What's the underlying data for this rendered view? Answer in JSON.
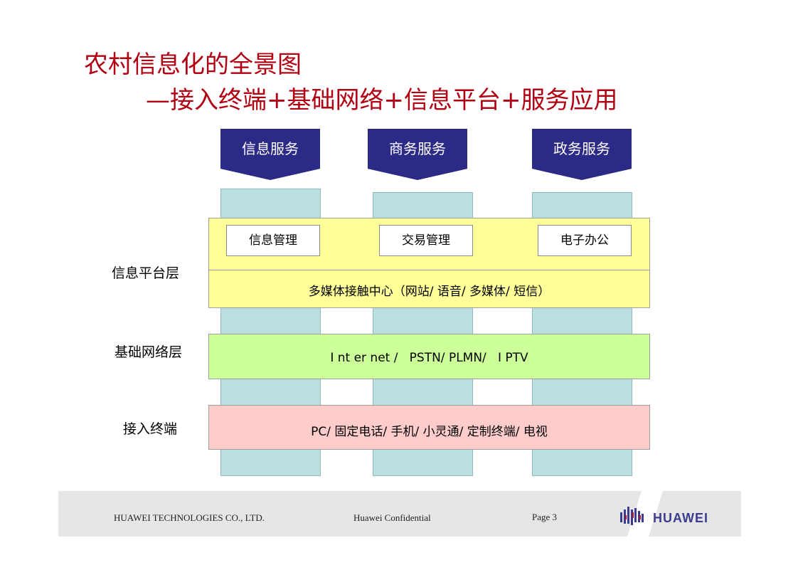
{
  "title_line1": "农村信息化的全景图",
  "title_line2": "—接入终端+基础网络+信息平台+服务应用",
  "services": [
    "信息服务",
    "商务服务",
    "政务服务"
  ],
  "platform_boxes": [
    "信息管理",
    "交易管理",
    "电子办公"
  ],
  "platform_center": "多媒体接触中心（网站/ 语音/ 多媒体/ 短信）",
  "network_text": "I nt er net /   PSTN/ PLMN/   I PTV",
  "terminal_text": "PC/ 固定电话/ 手机/ 小灵通/ 定制终端/ 电视",
  "layer_labels": {
    "platform": "信息平台层",
    "network": "基础网络层",
    "terminal": "接入终端"
  },
  "colors": {
    "title": "#b00012",
    "arrow": "#2b2a86",
    "pillar": "#b9dfe0",
    "platform_band": "#ffff99",
    "network_band": "#ccff99",
    "terminal_band": "#ffcccc"
  },
  "footer": {
    "company": "HUAWEI TECHNOLOGIES CO., LTD.",
    "confidential": "Huawei Confidential",
    "page": "Page 3",
    "logo": "HUAWEI"
  }
}
